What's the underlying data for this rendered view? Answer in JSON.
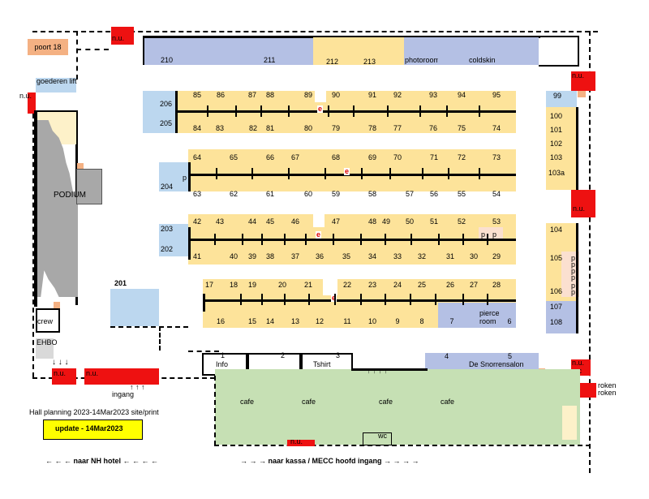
{
  "title": "Hall planning 2023-14Mar2023 site/print",
  "update_badge": "update - 14Mar2023",
  "nav": {
    "left": "← ← ← naar NH hotel ← ←  ← ←",
    "right": "→ → →      naar kassa / MECC hoofd ingang  → → → →"
  },
  "labels": {
    "poort": "poort 18",
    "goederen": "goederen lift",
    "nu": "n.u.",
    "podium": "PODIUM",
    "crew": "crew",
    "ehbo": "EHBO",
    "ingang": "ingang",
    "info": "Info",
    "tshirt": "Tshirt",
    "snorrensalon": "De Snorrensalon",
    "pierce": "pierce room",
    "photoroom": "photoroom",
    "coldskin": "coldskin",
    "cafe": "cafe",
    "wc": "wc",
    "roken": "roken",
    "e": "e",
    "p": "p",
    "arrows_down": "↓ ↓ ↓",
    "arrows_up": "↑ ↑ ↑",
    "arrows_up4": "↑ ↑ ↑ ↑"
  },
  "booths": {
    "b210": "210",
    "b211": "211",
    "b212": "212",
    "b213": "213",
    "b206": "206",
    "b205": "205",
    "b204": "204",
    "b203": "203",
    "b202": "202",
    "b201": "201",
    "row1_top": [
      "85",
      "86",
      "87",
      "88",
      "89",
      "90",
      "91",
      "92",
      "93",
      "94",
      "95"
    ],
    "row1_bottom": [
      "84",
      "83",
      "82",
      "81",
      "80",
      "79",
      "78",
      "77",
      "76",
      "75",
      "74"
    ],
    "row2_top": [
      "64",
      "65",
      "66",
      "67",
      "68",
      "69",
      "70",
      "71",
      "72",
      "73"
    ],
    "row2_bottom": [
      "63",
      "62",
      "61",
      "60",
      "59",
      "58",
      "57",
      "56",
      "55",
      "54"
    ],
    "row3_top": [
      "42",
      "43",
      "44",
      "45",
      "46",
      "47",
      "48",
      "49",
      "50",
      "51",
      "52",
      "53"
    ],
    "row3_bottom": [
      "41",
      "40",
      "39",
      "38",
      "37",
      "36",
      "35",
      "34",
      "33",
      "32",
      "31",
      "30",
      "29"
    ],
    "row4_top": [
      "17",
      "18",
      "19",
      "20",
      "21",
      "22",
      "23",
      "24",
      "25",
      "26",
      "27",
      "28"
    ],
    "row4_bottom": [
      "16",
      "15",
      "14",
      "13",
      "12",
      "11",
      "10",
      "9",
      "8",
      "7",
      "6"
    ],
    "right_col": [
      "99",
      "100",
      "101",
      "102",
      "103",
      "103a",
      "104",
      "105",
      "106",
      "107",
      "108"
    ],
    "small": [
      "1",
      "2",
      "3",
      "4",
      "5"
    ]
  },
  "colors": {
    "yellow": "#fde39a",
    "blue": "#b4c0e4",
    "lightblue": "#bcd7ef",
    "red": "#ee1111",
    "green": "#c6e0b4",
    "pink": "#fbe0d0",
    "salmon": "#f4b183",
    "badge": "#ffff00"
  }
}
